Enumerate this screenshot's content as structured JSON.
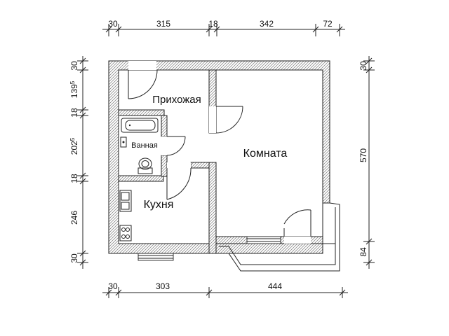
{
  "top_dimensions": [
    "30",
    "315",
    "18",
    "342",
    "72"
  ],
  "bottom_dimensions": [
    "30",
    "303",
    "444"
  ],
  "left_dimensions": [
    {
      "base": "30",
      "sup": ""
    },
    {
      "base": "139",
      "sup": "5"
    },
    {
      "base": "18",
      "sup": ""
    },
    {
      "base": "202",
      "sup": "5"
    },
    {
      "base": "18",
      "sup": ""
    },
    {
      "base": "246",
      "sup": ""
    },
    {
      "base": "30",
      "sup": ""
    }
  ],
  "right_dimensions": [
    "30",
    "570",
    "84"
  ],
  "rooms": {
    "hallway": "Прихожая",
    "bathroom": "Ванная",
    "kitchen": "Кухня",
    "room": "Комната"
  }
}
